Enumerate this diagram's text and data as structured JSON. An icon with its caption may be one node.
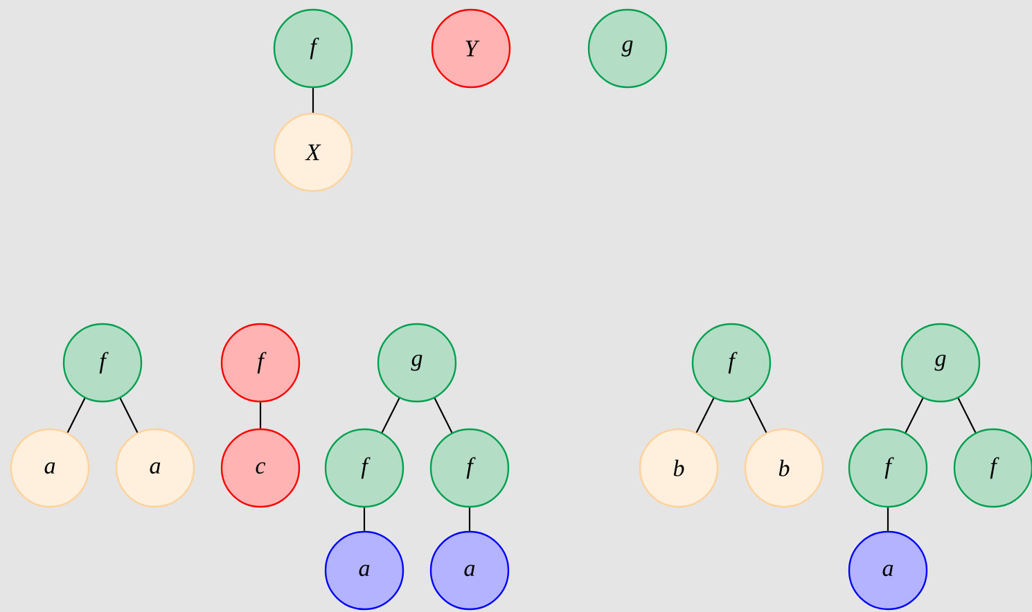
{
  "diagram": {
    "nodes": [
      {
        "text": [
          "f"
        ]
      },
      {
        "text": [
          "Y"
        ]
      },
      {
        "text": [
          "g"
        ]
      },
      {
        "text": [
          "X"
        ]
      },
      {
        "text": [
          "f"
        ]
      },
      {
        "text": [
          "f"
        ]
      },
      {
        "text": [
          "g"
        ]
      },
      {
        "text": [
          "f"
        ]
      },
      {
        "text": [
          "g"
        ]
      },
      {
        "text": [
          "a"
        ]
      },
      {
        "text": [
          "a"
        ]
      },
      {
        "text": [
          "c"
        ]
      },
      {
        "text": [
          "f"
        ]
      },
      {
        "text": [
          "f"
        ]
      },
      {
        "text": [
          "b"
        ]
      },
      {
        "text": [
          "b"
        ]
      },
      {
        "text": [
          "f"
        ]
      },
      {
        "text": [
          "f"
        ]
      },
      {
        "text": [
          "a"
        ]
      },
      {
        "text": [
          "a"
        ]
      },
      {
        "text": [
          "a"
        ]
      }
    ],
    "edges": [
      {
        "from": 0,
        "to": 3,
        "arrow": "none"
      },
      {
        "from": 4,
        "to": 9,
        "arrow": "none"
      },
      {
        "from": 4,
        "to": 10,
        "arrow": "none"
      },
      {
        "from": 5,
        "to": 11,
        "arrow": "none"
      },
      {
        "from": 6,
        "to": 12,
        "arrow": "none"
      },
      {
        "from": 6,
        "to": 13,
        "arrow": "none"
      },
      {
        "from": 12,
        "to": 18,
        "arrow": "none"
      },
      {
        "from": 13,
        "to": 19,
        "arrow": "none"
      },
      {
        "from": 7,
        "to": 14,
        "arrow": "none"
      },
      {
        "from": 7,
        "to": 15,
        "arrow": "none"
      },
      {
        "from": 8,
        "to": 16,
        "arrow": "none"
      },
      {
        "from": 8,
        "to": 17,
        "arrow": "none"
      },
      {
        "from": 16,
        "to": 20,
        "arrow": "none"
      }
    ]
  }
}
